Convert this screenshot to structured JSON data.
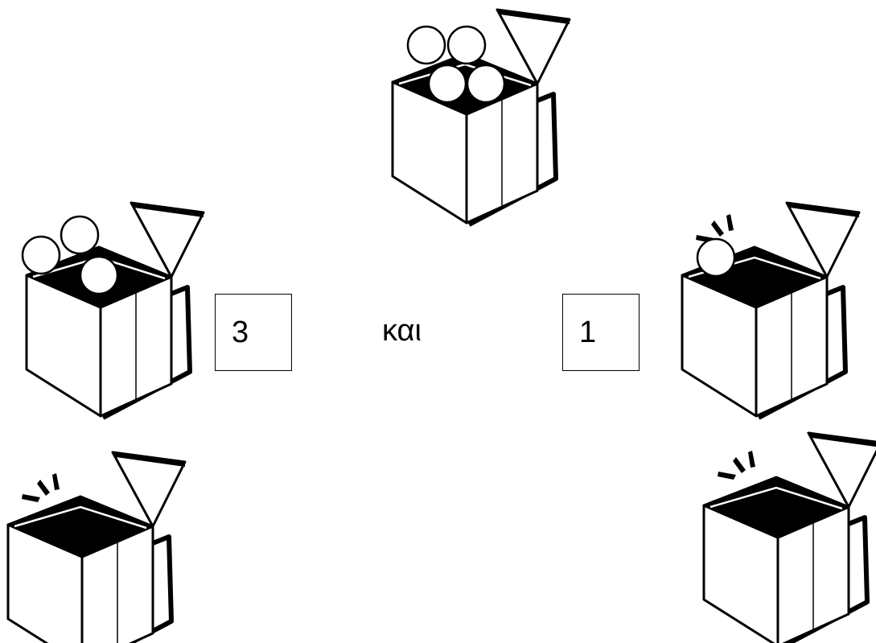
{
  "equation": {
    "left_number": "3",
    "connector": "και",
    "right_number": "1"
  },
  "boxes": [
    {
      "role": "total-box",
      "balls": 4
    },
    {
      "role": "left-part-box",
      "balls": 3
    },
    {
      "role": "right-part-box",
      "balls": 1
    },
    {
      "role": "empty-box-left",
      "balls": 0
    },
    {
      "role": "empty-box-right",
      "balls": 0
    }
  ],
  "colors": {
    "ink": "#000000",
    "paper": "#ffffff"
  }
}
